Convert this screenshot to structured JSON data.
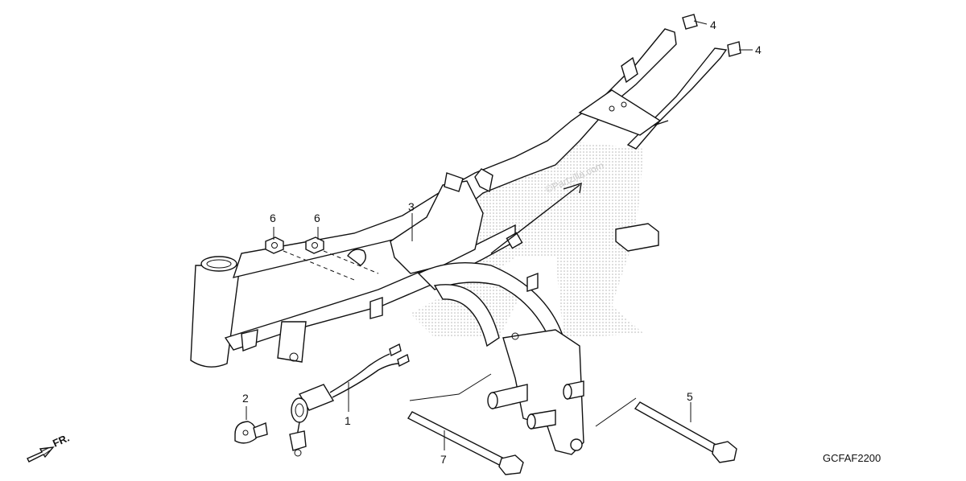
{
  "diagram": {
    "watermark": "©Partzilla.com",
    "front_indicator": "FR.",
    "diagram_code": "GCFAF2200",
    "callouts": [
      {
        "id": "4a",
        "label": "4"
      },
      {
        "id": "4b",
        "label": "4"
      },
      {
        "id": "3",
        "label": "3"
      },
      {
        "id": "6a",
        "label": "6"
      },
      {
        "id": "6b",
        "label": "6"
      },
      {
        "id": "2",
        "label": "2"
      },
      {
        "id": "1",
        "label": "1"
      },
      {
        "id": "7",
        "label": "7"
      },
      {
        "id": "5",
        "label": "5"
      }
    ]
  }
}
